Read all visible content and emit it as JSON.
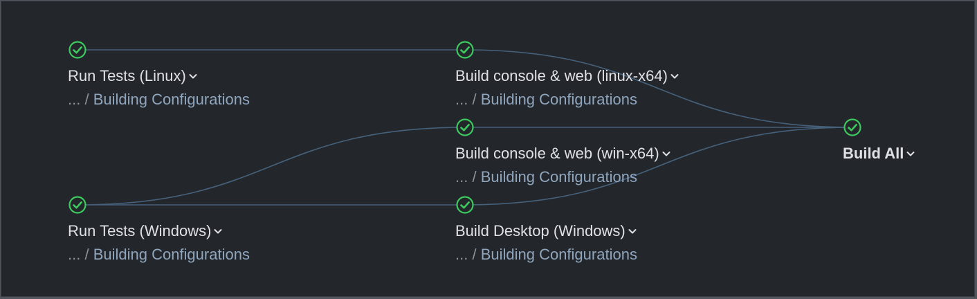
{
  "colors": {
    "background": "#23272c",
    "edge": "#46617b",
    "success": "#3ec95e",
    "title": "#dfe1e5",
    "subtitle": "#8e939a",
    "link": "#8fa6be"
  },
  "nodes": [
    {
      "id": "run-tests-linux",
      "title": "Run Tests (Linux)",
      "status": "success",
      "bold": false,
      "sub_prefix": "... / ",
      "sub_link": "Building Configurations"
    },
    {
      "id": "run-tests-windows",
      "title": "Run Tests (Windows)",
      "status": "success",
      "bold": false,
      "sub_prefix": "... / ",
      "sub_link": "Building Configurations"
    },
    {
      "id": "build-console-web-linux",
      "title": "Build console & web (linux-x64)",
      "status": "success",
      "bold": false,
      "sub_prefix": "... / ",
      "sub_link": "Building Configurations"
    },
    {
      "id": "build-console-web-win",
      "title": "Build console & web (win-x64)",
      "status": "success",
      "bold": false,
      "sub_prefix": "... / ",
      "sub_link": "Building Configurations"
    },
    {
      "id": "build-desktop-windows",
      "title": "Build Desktop (Windows)",
      "status": "success",
      "bold": false,
      "sub_prefix": "... / ",
      "sub_link": "Building Configurations"
    },
    {
      "id": "build-all",
      "title": "Build All",
      "status": "success",
      "bold": true,
      "sub_prefix": "",
      "sub_link": ""
    }
  ],
  "edges": [
    {
      "from": "run-tests-linux",
      "to": "build-console-web-linux"
    },
    {
      "from": "run-tests-windows",
      "to": "build-console-web-win"
    },
    {
      "from": "run-tests-windows",
      "to": "build-desktop-windows"
    },
    {
      "from": "build-console-web-linux",
      "to": "build-all"
    },
    {
      "from": "build-console-web-win",
      "to": "build-all"
    },
    {
      "from": "build-desktop-windows",
      "to": "build-all"
    }
  ]
}
